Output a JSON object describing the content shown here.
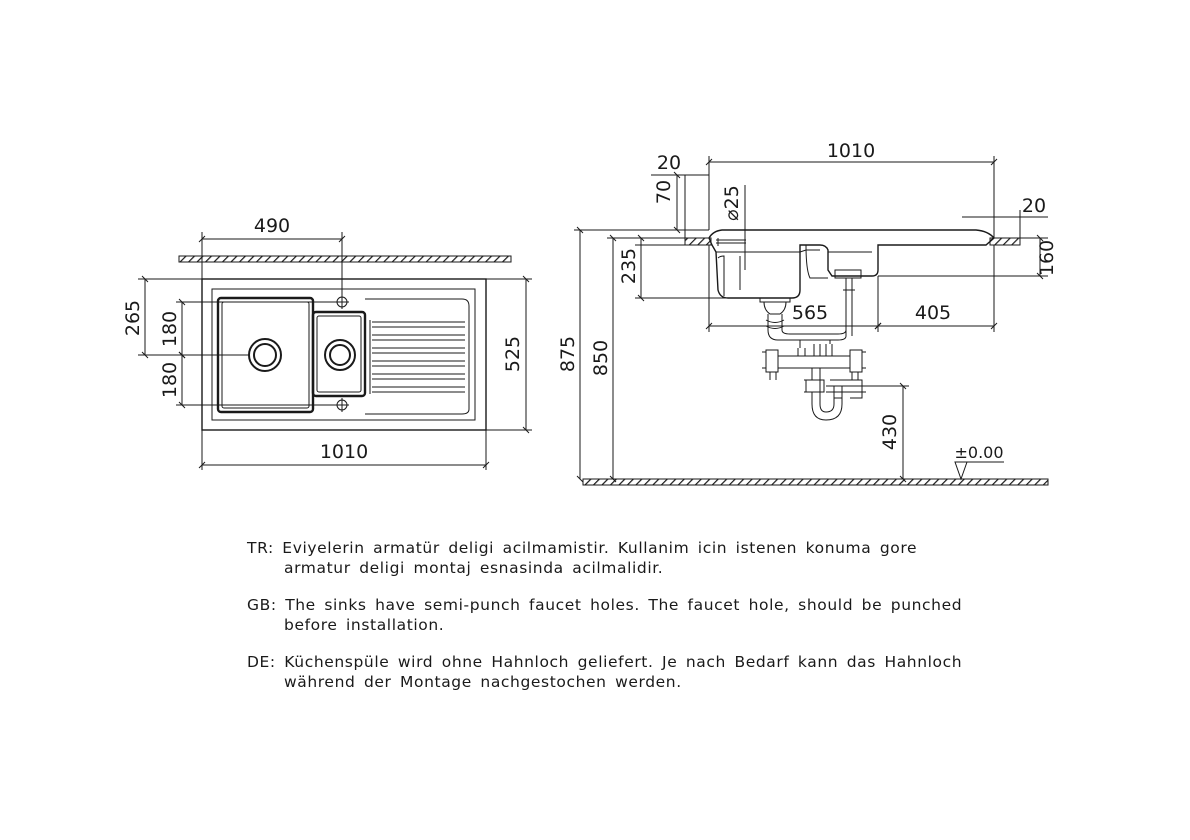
{
  "top_view": {
    "dims": {
      "bowl_offset": "490",
      "faucet_offset": "265",
      "drain_up": "180",
      "drain_down": "180",
      "depth": "525",
      "width": "1010"
    }
  },
  "side_view": {
    "dims": {
      "edge_left": "20",
      "width": "1010",
      "edge_right": "20",
      "rim_height": "70",
      "faucet_diameter": "⌀25",
      "bowl_depth": "235",
      "counter_thickness": "160",
      "drain_distance": "565",
      "drainer_length": "405",
      "total_height": "875",
      "worktop_height": "850",
      "trap_height": "430",
      "floor_level": "±0.00"
    }
  },
  "notes": [
    {
      "lines": [
        "TR: Eviyelerin armatür deligi acilmamistir. Kullanim icin istenen konuma gore",
        "armatur deligi montaj esnasinda acilmalidir."
      ]
    },
    {
      "lines": [
        "GB: The sinks have semi-punch faucet holes. The faucet hole, should be punched",
        "before installation."
      ]
    },
    {
      "lines": [
        "DE: Küchenspüle wird ohne Hahnloch geliefert. Je nach Bedarf kann das Hahnloch",
        "während der Montage nachgestochen werden."
      ]
    }
  ]
}
